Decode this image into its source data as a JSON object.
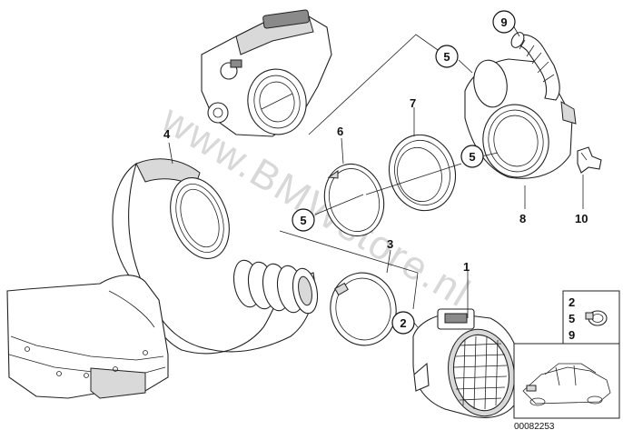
{
  "callouts": {
    "c9_top": "9",
    "c5_top": "5",
    "c5_mid": "5",
    "c5_left": "5",
    "c2": "2"
  },
  "labels": {
    "l4": "4",
    "l6": "6",
    "l7": "7",
    "l8": "8",
    "l10": "10",
    "l3": "3",
    "l1": "1"
  },
  "kit_box": {
    "line1": "2",
    "line2": "5",
    "line3": "9"
  },
  "reference": "00082253",
  "watermark": "www.BMWstore.nl"
}
